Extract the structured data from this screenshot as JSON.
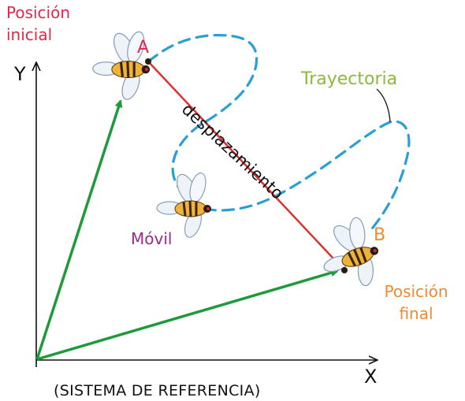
{
  "labels": {
    "initial_line1": "Posición",
    "initial_line2": "inicial",
    "point_a": "A",
    "point_b": "B",
    "trajectory": "Trayectoria",
    "displacement": "desplazamiento",
    "mobile": "Móvil",
    "final_line1": "Posición",
    "final_line2": "final",
    "axis_y": "Y",
    "axis_x": "X",
    "caption": "(SISTEMA DE REFERENCIA)"
  },
  "colors": {
    "initial_label": "#e0284a",
    "final_label": "#f08a30",
    "trajectory_label": "#8cb83c",
    "mobile_label": "#9b2a8a",
    "trajectory_path": "#2a9fd6",
    "displacement_line": "#e03030",
    "position_vectors": "#1f9a3a",
    "axes": "#111111"
  },
  "icons": [
    "bee-icon"
  ]
}
